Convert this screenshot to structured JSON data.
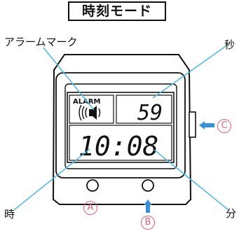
{
  "title": "時刻モード",
  "labels": {
    "alarm_mark": "アラームマーク",
    "seconds": "秒",
    "hour": "時",
    "minute": "分"
  },
  "display": {
    "alarm_text": "ALARM",
    "seconds_value": "59",
    "time_value": "10:08"
  },
  "buttons": {
    "a": "A",
    "b": "B",
    "c": "C"
  },
  "colors": {
    "leader_line": "#5ab8e0",
    "arrow": "#3a8fd6",
    "button_mark": "#e0607a"
  }
}
